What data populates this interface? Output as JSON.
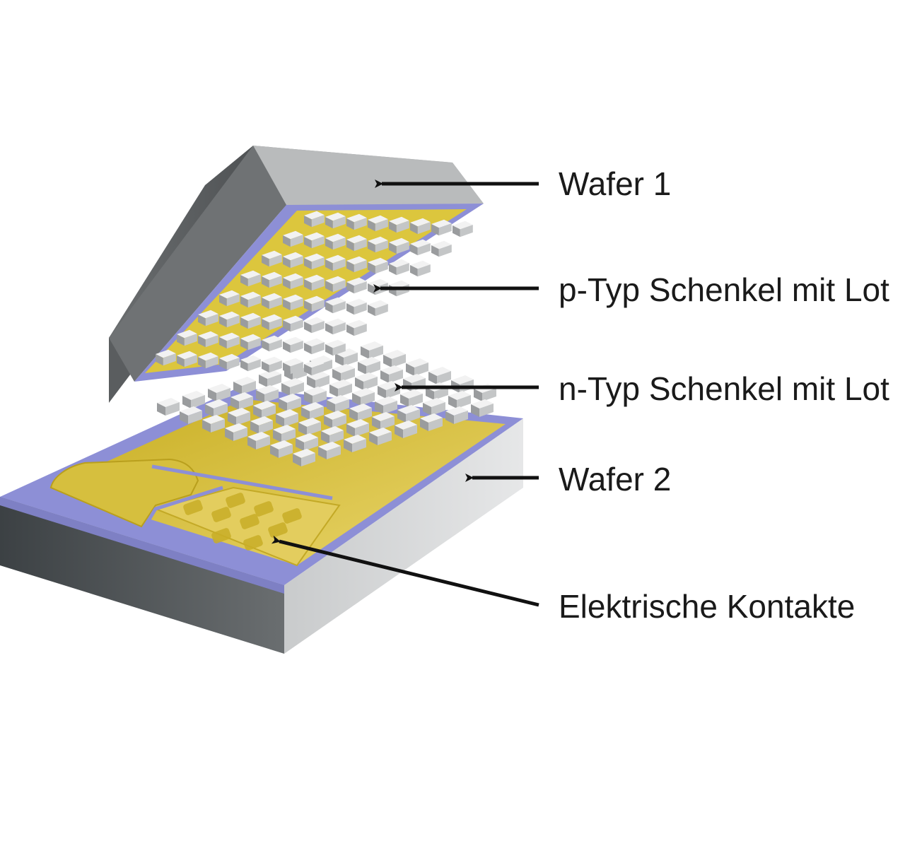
{
  "labels": {
    "wafer1": "Wafer 1",
    "p_type": "p-Typ Schenkel mit Lot",
    "n_type": "n-Typ Schenkel mit Lot",
    "wafer2": "Wafer 2",
    "contacts": "Elektrische Kontakte"
  },
  "colors": {
    "background": "#ffffff",
    "wafer_dark": "#5f6264",
    "wafer_mid": "#9ea1a3",
    "wafer_light": "#c9cbcc",
    "insulator": "#8c8cd6",
    "contact_gold": "#d9c23a",
    "contact_gold_light": "#e8d774",
    "leg_silver": "#d8d8d8",
    "text": "#1a1a1a"
  }
}
